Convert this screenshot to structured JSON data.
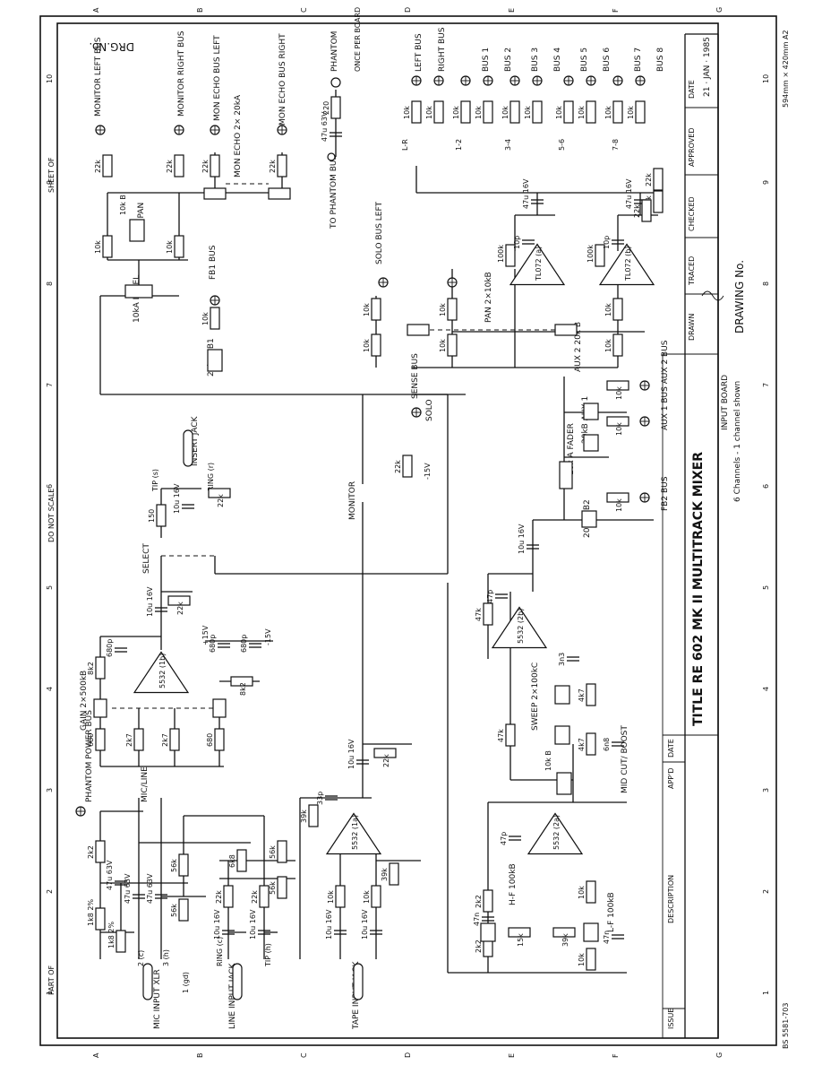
{
  "sheet": {
    "drg_no": "DRG.No.",
    "part_of": "PART OF",
    "sheet_of": "SHEET      OF",
    "do_not_scale": "DO NOT SCALE",
    "zone_numbers": [
      "1",
      "2",
      "3",
      "4",
      "5",
      "6",
      "7",
      "8",
      "9",
      "10"
    ],
    "zone_letters": [
      "A",
      "B",
      "C",
      "D",
      "E",
      "F",
      "G"
    ],
    "corner_size": "594mm × 420mm A2",
    "form_code": "BS 5581-703"
  },
  "title_block": {
    "title": "TITLE  RE 602  MK II  MULTITRACK  MIXER",
    "subtitle1": "INPUT  BOARD",
    "subtitle2": "6  Channels - 1  channel  shown",
    "drawing_no": "DRAWING No.",
    "date_label": "DATE",
    "date_value": "21 · JAN · 1985",
    "approved": "APPROVED",
    "checked": "CHECKED",
    "traced": "TRACED",
    "drawn": "DRAWN",
    "issue": "ISSUE",
    "description": "DESCRIPTION",
    "appd": "APP'D",
    "date_col": "DATE"
  },
  "inputs": {
    "mic": "MIC INPUT XLR",
    "line": "LINE INPUT JACK",
    "tape": "TAPE INPUT JACK",
    "pin2": "2 (c)",
    "pin3": "3 (h)",
    "pin1": "1 (gd)",
    "ring_c": "RING (c)",
    "tip_h": "TIP (h)"
  },
  "labels": {
    "phantom_power_bus": "PHANTOM POWER BUS",
    "mic_line": "MIC/LINE",
    "gain": "GAIN 2×500kB",
    "select": "SELECT",
    "insert_jack": "INSERT JACK",
    "tip_s": "TIP (s)",
    "ring_r": "RING (r)",
    "monitor": "MONITOR",
    "level": "10kA LEVEL",
    "mon_pan": "MON PAN",
    "mon_echo": "MON ECHO 2× 20kA",
    "monitor_left": "MONITOR LEFT BUS",
    "monitor_right": "MONITOR RIGHT BUS",
    "mon_echo_left": "MON ECHO BUS LEFT",
    "mon_echo_right": "MON ECHO BUS RIGHT",
    "fb1_bus": "FB1 BUS",
    "fb1": "20kB FB1",
    "phantom": "PHANTOM",
    "once_per_board": "ONCE PER BOARD",
    "to_phantom_bus": "TO PHANTOM BUS",
    "solo_bus_left": "SOLO BUS LEFT",
    "pan": "PAN 2×10kB",
    "sense_bus": "SENSE BUS",
    "solo": "SOLO",
    "minus15": "-15V",
    "aux2": "AUX 2 20k B",
    "aux1": "20kB AUX 1",
    "aux_buses": "AUX 1 BUS  AUX 2 BUS",
    "fader": "10k A FADER",
    "fb2": "20kB FB2",
    "fb2_bus": "FB2 BUS",
    "left_bus": "LEFT BUS",
    "right_bus": "RIGHT BUS",
    "buses": [
      "BUS 1",
      "BUS 2",
      "BUS 3",
      "BUS 4",
      "BUS 5",
      "BUS 6",
      "BUS 7",
      "BUS 8"
    ],
    "routing": [
      "L-R",
      "1-2",
      "3-4",
      "5-6",
      "7-8"
    ],
    "sweep": "SWEEP 2×100kC",
    "mid": "MID CUT/ BOOST",
    "hf": "H-F 100kB",
    "lf": "L-F 100kB",
    "plus15": "+15V",
    "minus15b": "-15V"
  },
  "ics": [
    "5532 (1b)",
    "5532 (1a)",
    "5532 (2b)",
    "5532 (2a)",
    "TL072 (a)",
    "TL072 (b)"
  ],
  "components": {
    "mic_res": [
      "2k2",
      "1k8 2%",
      "1k8 2%",
      "56k",
      "56k",
      "22k",
      "22k",
      "6k8",
      "56k",
      "56k"
    ],
    "mic_caps": [
      "47u 63V",
      "47u 63V",
      "47u 63V",
      "10u 16V",
      "10u 16V"
    ],
    "gain_res": [
      "8k2",
      "680",
      "2k7",
      "2k7",
      "680",
      "8k2",
      "680p"
    ],
    "preamp_out": [
      "10u 16V",
      "22k",
      "150",
      "22k",
      "10u 16V"
    ],
    "power": [
      "680p",
      "680p"
    ],
    "tape_parts": [
      "10u 16V",
      "10u 16V",
      "10k",
      "10k",
      "39k",
      "33p",
      "39k",
      "10u 16V",
      "22k"
    ],
    "mon_res": [
      "22k",
      "22k",
      "22k",
      "22k",
      "10k",
      "10k",
      "10k B"
    ],
    "fb1_res": [
      "10k"
    ],
    "phantom_parts": [
      "220",
      "47u 63V"
    ],
    "eq_res": [
      "2k2",
      "2k2",
      "15k",
      "39k",
      "10k",
      "10k",
      "47n",
      "47n",
      "47p",
      "47k",
      "47p",
      "4k7",
      "4k7",
      "3n3",
      "6n8",
      "10k B",
      "47k",
      "10u 16V"
    ],
    "pan_res": [
      "10k",
      "10k",
      "10k",
      "10k",
      "10k",
      "10k"
    ],
    "sum_res": [
      "100k",
      "10p",
      "47u 16V",
      "100k",
      "10p",
      "47u 16V",
      "22k",
      "22k",
      "22k"
    ],
    "bus_res": [
      "10k",
      "10k",
      "10k",
      "10k",
      "10k",
      "10k",
      "10k",
      "10k",
      "10k",
      "10k"
    ],
    "aux_res": [
      "10k",
      "10k",
      "10k"
    ],
    "solo_res": [
      "22k"
    ]
  }
}
